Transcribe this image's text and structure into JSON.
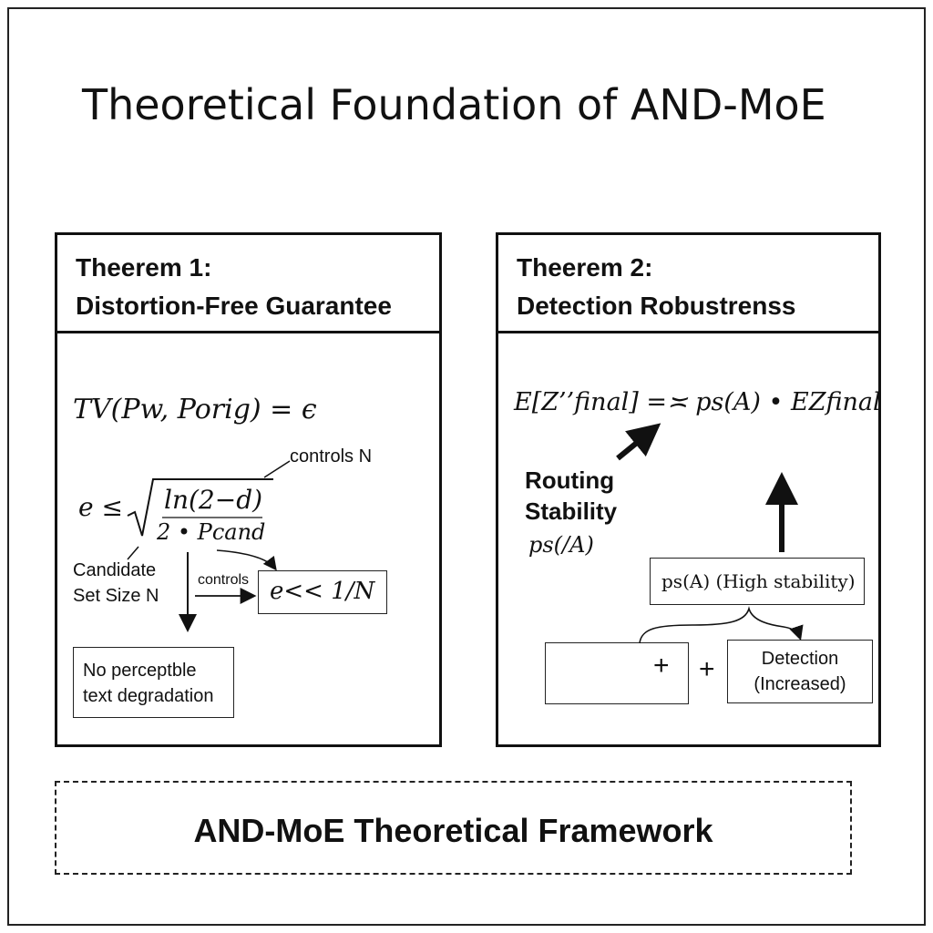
{
  "title": "Theoretical Foundation of AND-MoE",
  "theorem1": {
    "heading_line1": "Theerem 1:",
    "heading_line2": "Distortion-Free Guarantee",
    "eq_tv": "TV(Pw, Porig) = ϵ",
    "eq_bound_lhs": "e ≤",
    "eq_bound_num": "ln(2−d)",
    "eq_bound_den": "2 • Pcand",
    "controls_n_label": "controls N",
    "candidate_line1": "Candidate",
    "candidate_line2": "Set Size N",
    "controls_label": "controls",
    "result_eq": "e<< 1/N",
    "no_degradation_line1": "No perceptble",
    "no_degradation_line2": "text degradation"
  },
  "theorem2": {
    "heading_line1": "Theerem 2:",
    "heading_line2": "Detection Robustrenss",
    "eq_main": "E[Z’’final] =≍ ps(A) • EZfinal",
    "routing_line1": "Routing",
    "routing_line2": "Stability",
    "routing_math": "ps(/A)",
    "high_stability": "ps(A) (High stability)",
    "plus_inner": "+",
    "plus_outer": "+",
    "detection_line1": "Detection",
    "detection_line2": "(Increased)"
  },
  "footer": "AND-MoE Theoretical Framework"
}
